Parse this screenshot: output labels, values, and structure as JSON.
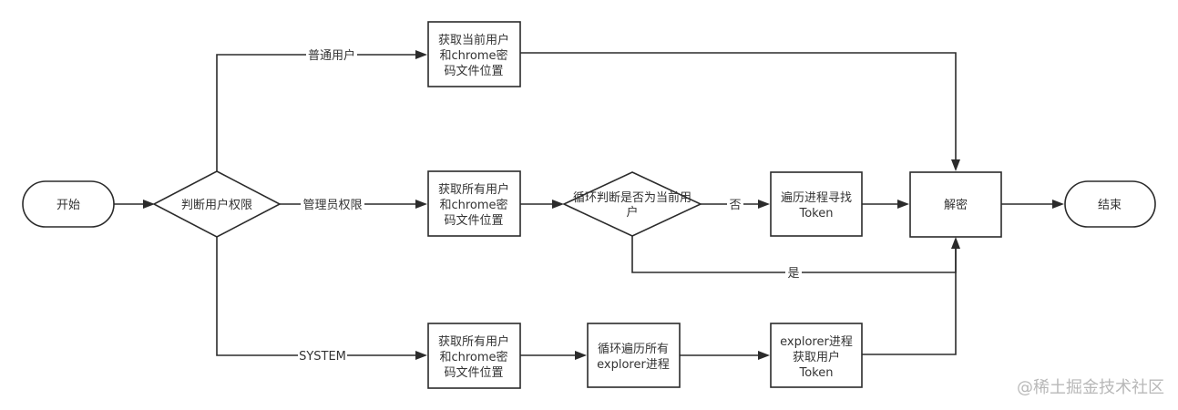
{
  "nodes": {
    "start": "开始",
    "decision_role": "判断用户权限",
    "normal_user_box": [
      "获取当前用户",
      "和chrome密",
      "码文件位置"
    ],
    "admin_user_box": [
      "获取所有用户",
      "和chrome密",
      "码文件位置"
    ],
    "system_user_box": [
      "获取所有用户",
      "和chrome密",
      "码文件位置"
    ],
    "loop_decision": [
      "循环判断是否为当前用",
      "户"
    ],
    "traverse_token": [
      "遍历进程寻找",
      "Token"
    ],
    "loop_explorer": [
      "循环遍历所有",
      "explorer进程"
    ],
    "explorer_token": [
      "explorer进程",
      "获取用户",
      "Token"
    ],
    "decrypt": "解密",
    "end": "结束"
  },
  "edge_labels": {
    "normal": "普通用户",
    "admin": "管理员权限",
    "system": "SYSTEM",
    "no": "否",
    "yes": "是"
  },
  "watermark": "@稀土掘金技术社区"
}
